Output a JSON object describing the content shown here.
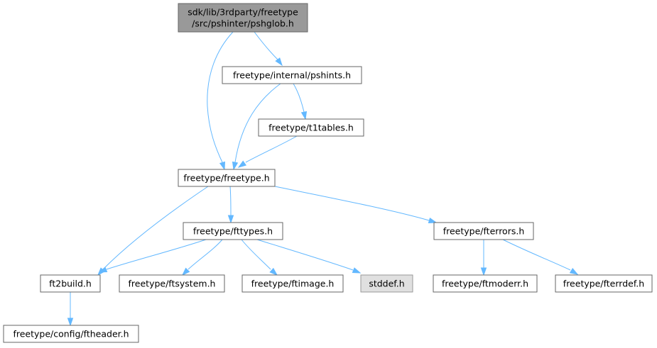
{
  "graph": {
    "nodes": {
      "root": {
        "lines": [
          "sdk/lib/3rdparty/freetype",
          "/src/pshinter/pshglob.h"
        ],
        "style": "root"
      },
      "pshints": {
        "lines": [
          "freetype/internal/pshints.h"
        ],
        "style": "normal"
      },
      "t1tables": {
        "lines": [
          "freetype/t1tables.h"
        ],
        "style": "normal"
      },
      "freetype": {
        "lines": [
          "freetype/freetype.h"
        ],
        "style": "normal"
      },
      "fttypes": {
        "lines": [
          "freetype/fttypes.h"
        ],
        "style": "normal"
      },
      "fterrors": {
        "lines": [
          "freetype/fterrors.h"
        ],
        "style": "normal"
      },
      "ft2build": {
        "lines": [
          "ft2build.h"
        ],
        "style": "normal"
      },
      "ftsystem": {
        "lines": [
          "freetype/ftsystem.h"
        ],
        "style": "normal"
      },
      "ftimage": {
        "lines": [
          "freetype/ftimage.h"
        ],
        "style": "normal"
      },
      "stddef": {
        "lines": [
          "stddef.h"
        ],
        "style": "system"
      },
      "ftmoderr": {
        "lines": [
          "freetype/ftmoderr.h"
        ],
        "style": "normal"
      },
      "fterrdef": {
        "lines": [
          "freetype/fterrdef.h"
        ],
        "style": "normal"
      },
      "ftheader": {
        "lines": [
          "freetype/config/ftheader.h"
        ],
        "style": "normal"
      }
    },
    "edges": [
      {
        "from": "root",
        "to": "pshints"
      },
      {
        "from": "root",
        "to": "freetype"
      },
      {
        "from": "pshints",
        "to": "freetype"
      },
      {
        "from": "pshints",
        "to": "t1tables"
      },
      {
        "from": "t1tables",
        "to": "freetype"
      },
      {
        "from": "freetype",
        "to": "ft2build"
      },
      {
        "from": "freetype",
        "to": "fttypes"
      },
      {
        "from": "freetype",
        "to": "fterrors"
      },
      {
        "from": "fttypes",
        "to": "ft2build"
      },
      {
        "from": "fttypes",
        "to": "ftsystem"
      },
      {
        "from": "fttypes",
        "to": "ftimage"
      },
      {
        "from": "fttypes",
        "to": "stddef"
      },
      {
        "from": "fterrors",
        "to": "ftmoderr"
      },
      {
        "from": "fterrors",
        "to": "fterrdef"
      },
      {
        "from": "ft2build",
        "to": "ftheader"
      }
    ],
    "colors": {
      "edge": "#63b8ff",
      "root_fill": "#999999",
      "system_fill": "#e0e0e0",
      "border": "#666666"
    }
  }
}
